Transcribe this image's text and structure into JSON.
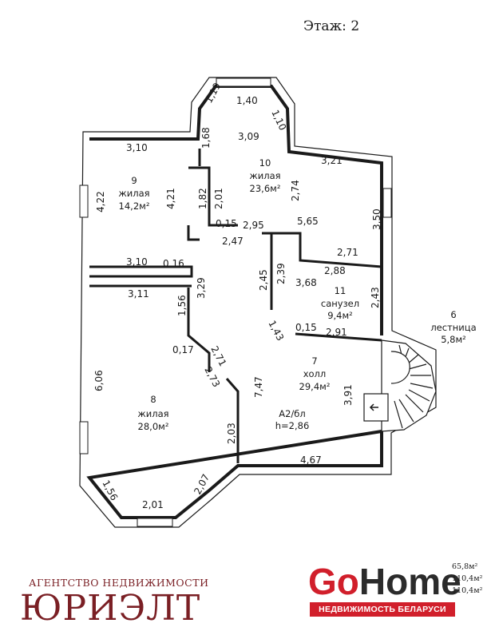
{
  "floor_label": "Этаж:  2",
  "dimensions": {
    "d119": "1,19",
    "d140": "1,40",
    "d110": "1,10",
    "d168": "1,68",
    "d309": "3,09",
    "d310_top": "3,10",
    "d321": "3,21",
    "d422": "4,22",
    "d421": "4,21",
    "d182": "1,82",
    "d201": "2,01",
    "d274": "2,74",
    "d350": "3,50",
    "d565": "5,65",
    "d015_a": "0,15",
    "d295": "2,95",
    "d247": "2,47",
    "d271_a": "2,71",
    "d239": "2,39",
    "d288": "2,88",
    "d245": "2,45",
    "d368": "3,68",
    "d243": "2,43",
    "d310_mid": "3,10",
    "d016": "0,16",
    "d311": "3,11",
    "d329": "3,29",
    "d156_a": "1,56",
    "d143": "1,43",
    "d015_b": "0,15",
    "d291": "2,91",
    "d017": "0,17",
    "d271_b": "2,71",
    "d273": "2,73",
    "d606": "6,06",
    "d747": "7,47",
    "d391": "3,91",
    "d203": "2,03",
    "d467": "4,67",
    "d156_b": "1,56",
    "d207": "2,07",
    "d201_b": "2,01"
  },
  "rooms": [
    {
      "number": "9",
      "name": "жилая",
      "area": "14,2м²"
    },
    {
      "number": "10",
      "name": "жилая",
      "area": "23,6м²"
    },
    {
      "number": "11",
      "name": "санузел",
      "area": "9,4м²"
    },
    {
      "number": "6",
      "name": "лестница",
      "area": "5,8м²"
    },
    {
      "number": "7",
      "name": "холл",
      "area": "29,4м²"
    },
    {
      "number": "8",
      "name": "жилая",
      "area": "28,0м²"
    }
  ],
  "marks": {
    "category": "А2/бл",
    "height": "h=2,86"
  },
  "totals": [
    "65,8м²",
    "110,4м²",
    "110,4м²"
  ],
  "agency": {
    "tagline": "АГЕНТСТВО НЕДВИЖИМОСТИ",
    "name": "ЮРИЭЛТ"
  },
  "brand": {
    "go": "Go",
    "home": "Home",
    "subtitle": "НЕДВИЖИМОСТЬ БЕЛАРУСИ"
  },
  "colors": {
    "agency": "#7a1f24",
    "brand_red": "#d11f2b"
  }
}
